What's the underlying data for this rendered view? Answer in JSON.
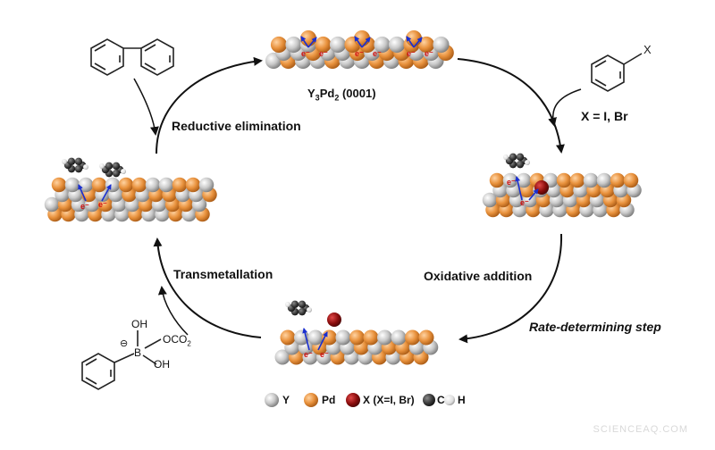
{
  "surface": {
    "formula_main": "Y",
    "formula_sub1": "3",
    "formula_mid": "Pd",
    "formula_sub2": "2",
    "facet": " (0001)"
  },
  "reactant": {
    "substituent": "X",
    "condition": "X = I, Br"
  },
  "steps": {
    "reductive_elimination": "Reductive elimination",
    "oxidative_addition": "Oxidative addition",
    "rate_determining": "Rate-determining step",
    "transmetallation": "Transmetallation"
  },
  "boronate": {
    "oh_top": "OH",
    "oco2": "OCO",
    "oco2_sub": "2",
    "b": "B",
    "oh_bottom": "OH",
    "charge": "⊖"
  },
  "electron_label": "e⁻",
  "legend": [
    {
      "symbol": "Y",
      "color": "#bdbdbd"
    },
    {
      "symbol": "Pd",
      "color": "#e8913c"
    },
    {
      "symbol": "X (X=I, Br)",
      "color": "#8b0d0d"
    },
    {
      "symbol": "C",
      "color": "#3a3a3a"
    },
    {
      "symbol": "H",
      "color": "#e6e6e6"
    }
  ],
  "watermark": "SCIENCEAQ.COM"
}
